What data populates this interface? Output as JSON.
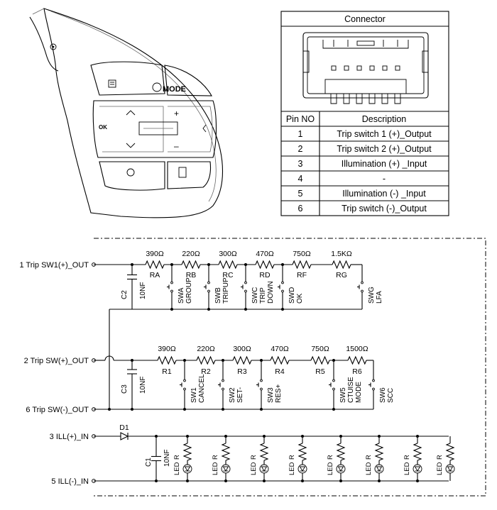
{
  "connector": {
    "title": "Connector",
    "pin_header": "Pin NO",
    "desc_header": "Description",
    "rows": [
      {
        "pin": "1",
        "desc": "Trip switch 1 (+)_Output"
      },
      {
        "pin": "2",
        "desc": "Trip switch 2 (+)_Output"
      },
      {
        "pin": "3",
        "desc": "Illumination (+) _Input"
      },
      {
        "pin": "4",
        "desc": "-"
      },
      {
        "pin": "5",
        "desc": "Illumination (-) _Input"
      },
      {
        "pin": "6",
        "desc": "Trip switch (-)_Output"
      }
    ]
  },
  "wheel": {
    "mode_label": "MODE",
    "ok_label": "OK",
    "plus": "+",
    "minus": "–"
  },
  "schematic": {
    "terminals": {
      "t1": "1 Trip SW1(+)_OUT",
      "t2": "2 Trip SW(+)_OUT",
      "t6": "6 Trip SW(-)_OUT",
      "t3": "3 ILL(+)_IN",
      "t5": "5 ILL(-)_IN"
    },
    "row1": {
      "cap": {
        "name": "C2",
        "value": "10NF"
      },
      "resistors": [
        {
          "value": "390Ω",
          "name": "RA"
        },
        {
          "value": "220Ω",
          "name": "RB"
        },
        {
          "value": "300Ω",
          "name": "RC"
        },
        {
          "value": "470Ω",
          "name": "RD"
        },
        {
          "value": "750Ω",
          "name": "RF"
        },
        {
          "value": "1.5KΩ",
          "name": "RG"
        }
      ],
      "switches": [
        {
          "name": "SWA",
          "func": "GROUP"
        },
        {
          "name": "SWB",
          "func": "TRIPUP"
        },
        {
          "name": "SWC",
          "func": "TRIP",
          "func2": "DOWN"
        },
        {
          "name": "SWD",
          "func": "OK"
        },
        {
          "name": "SWG",
          "func": "LFA"
        }
      ]
    },
    "row2": {
      "cap": {
        "name": "C3",
        "value": "10NF"
      },
      "resistors": [
        {
          "value": "390Ω",
          "name": "R1"
        },
        {
          "value": "220Ω",
          "name": "R2"
        },
        {
          "value": "300Ω",
          "name": "R3"
        },
        {
          "value": "470Ω",
          "name": "R4"
        },
        {
          "value": "750Ω",
          "name": "R5"
        },
        {
          "value": "1500Ω",
          "name": "R6"
        }
      ],
      "switches": [
        {
          "name": "SW1",
          "func": "CANCEL"
        },
        {
          "name": "SW2",
          "func": "SET-"
        },
        {
          "name": "SW3",
          "func": "RES+"
        },
        {
          "name": "SW5",
          "func": "CTUISE",
          "func2": "MODE"
        },
        {
          "name": "SW6",
          "func": "SCC"
        }
      ]
    },
    "illumination": {
      "diode": "D1",
      "cap": {
        "name": "C1",
        "value": "10NF"
      },
      "resistor_label": "R",
      "led_label": "LED"
    }
  }
}
